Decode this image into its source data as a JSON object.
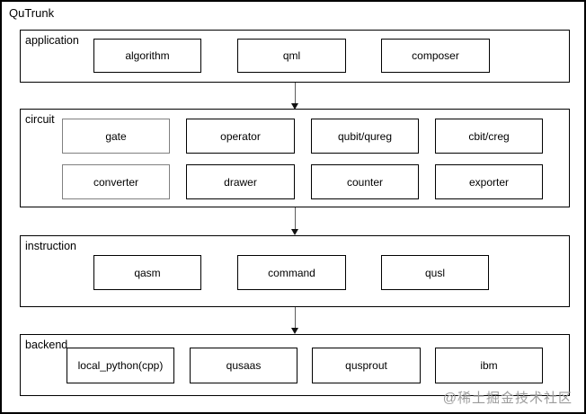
{
  "title": "QuTrunk",
  "colors": {
    "background": "#ffffff",
    "border": "#000000",
    "gray_node_border": "#808080",
    "arrow": "#5c5c5c",
    "watermark": "#9b9b9b"
  },
  "layers": [
    {
      "label": "application",
      "boxes": [
        "algorithm",
        "qml",
        "composer"
      ]
    },
    {
      "label": "circuit",
      "boxes": [
        "gate",
        "operator",
        "qubit/qureg",
        "cbit/creg",
        "converter",
        "drawer",
        "counter",
        "exporter"
      ]
    },
    {
      "label": "instruction",
      "boxes": [
        "qasm",
        "command",
        "qusl"
      ]
    },
    {
      "label": "backend",
      "boxes": [
        "local_python(cpp)",
        "qusaas",
        "qusprout",
        "ibm"
      ]
    }
  ],
  "arrows": [
    {
      "from": "application",
      "to": "circuit"
    },
    {
      "from": "circuit",
      "to": "instruction"
    },
    {
      "from": "instruction",
      "to": "backend"
    }
  ],
  "watermark": {
    "text": "@稀土掘金技术社区"
  }
}
